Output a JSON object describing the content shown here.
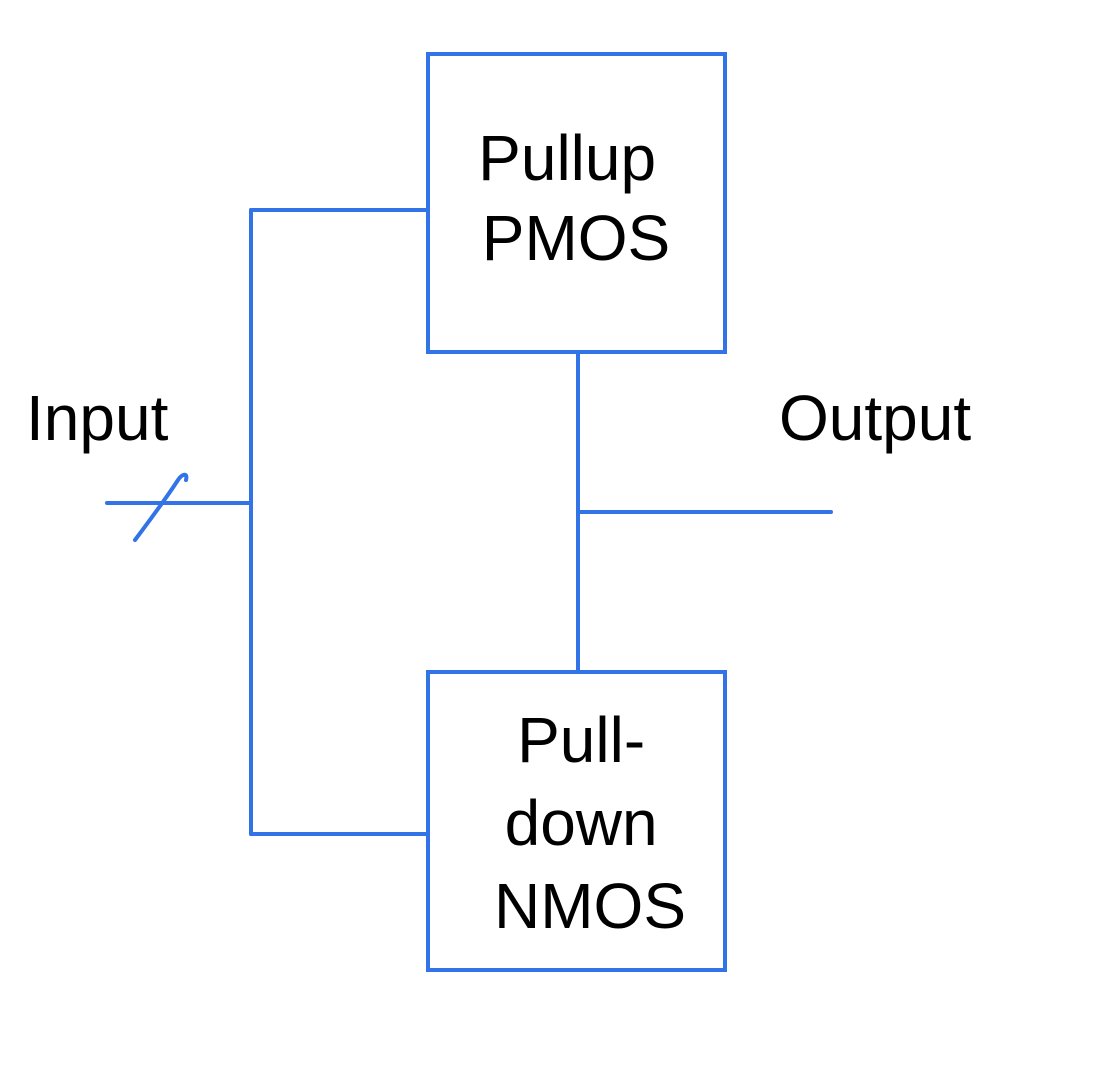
{
  "diagram": {
    "title": "CMOS logic gate structure",
    "line_color": "#3373e8",
    "text_color": "#000000",
    "labels": {
      "input": "Input",
      "output": "Output"
    },
    "blocks": {
      "pullup": {
        "lines": [
          "Pullup",
          "PMOS"
        ]
      },
      "pulldown": {
        "lines": [
          "Pull-",
          "down",
          "NMOS"
        ]
      }
    },
    "bus_marker": "multi-bit slash"
  }
}
